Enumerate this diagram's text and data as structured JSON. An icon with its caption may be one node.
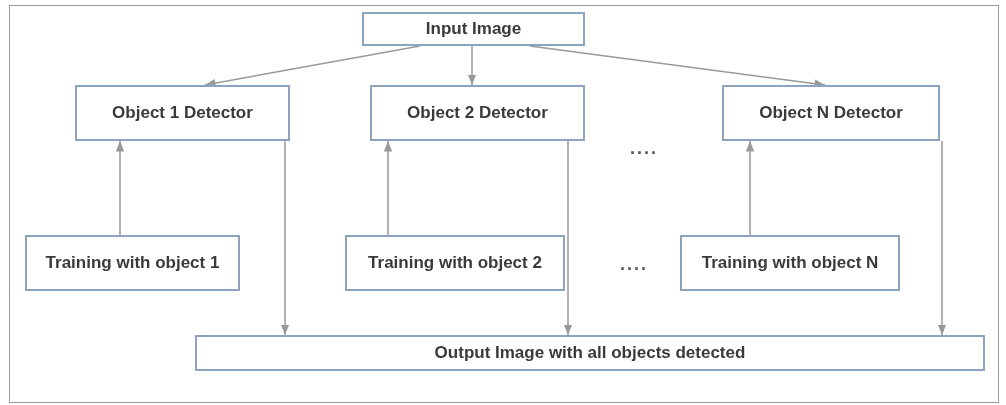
{
  "diagram": {
    "nodes": [
      {
        "text": [
          "Input Image"
        ]
      },
      {
        "text": [
          "Object 1 Detector"
        ]
      },
      {
        "text": [
          "Object 2 Detector"
        ]
      },
      {
        "text": [
          "Object N Detector"
        ]
      },
      {
        "text": [
          "Training with object 1"
        ]
      },
      {
        "text": [
          "Training with object 2"
        ]
      },
      {
        "text": [
          "Training with object N"
        ]
      },
      {
        "text": [
          "Output  Image with all objects detected"
        ]
      }
    ],
    "edges": [
      {
        "from": 0,
        "to": 1,
        "arrow": "to"
      },
      {
        "from": 0,
        "to": 2,
        "arrow": "to"
      },
      {
        "from": 0,
        "to": 3,
        "arrow": "to"
      },
      {
        "from": 4,
        "to": 1,
        "arrow": "to"
      },
      {
        "from": 5,
        "to": 2,
        "arrow": "to"
      },
      {
        "from": 6,
        "to": 3,
        "arrow": "to"
      },
      {
        "from": 1,
        "to": 7,
        "arrow": "to"
      },
      {
        "from": 2,
        "to": 7,
        "arrow": "to"
      },
      {
        "from": 3,
        "to": 7,
        "arrow": "to"
      }
    ],
    "labels": [
      "....",
      "...."
    ]
  }
}
